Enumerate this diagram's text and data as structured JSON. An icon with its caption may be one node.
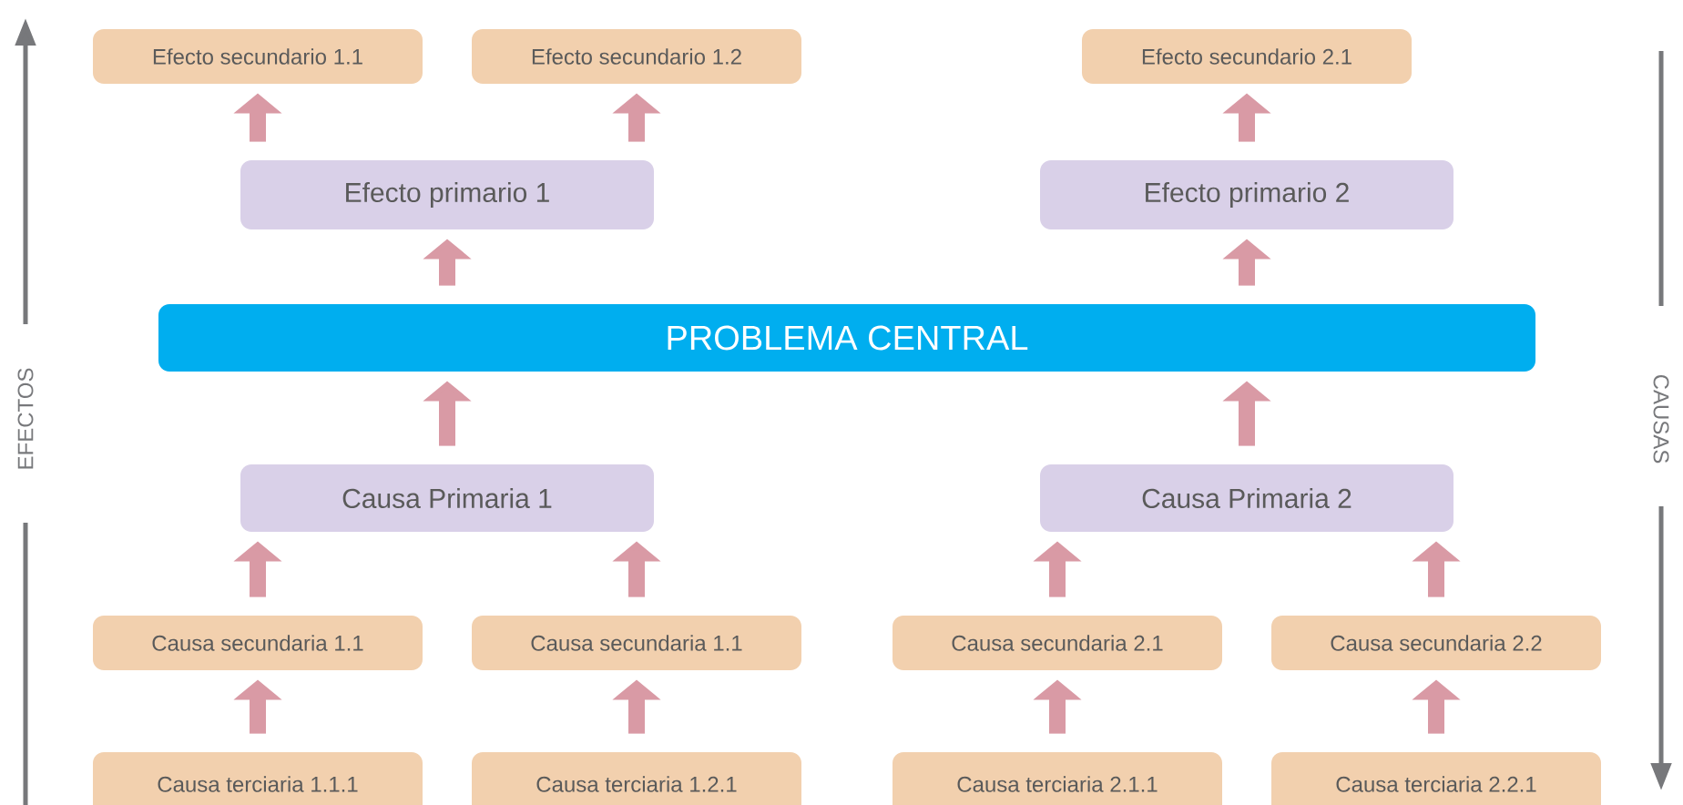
{
  "diagram": {
    "nodes": [
      {
        "text": [
          "Efecto secundario 1.1"
        ]
      },
      {
        "text": [
          "Efecto secundario 1.2"
        ]
      },
      {
        "text": [
          "Efecto secundario 2.1"
        ]
      },
      {
        "text": [
          "Efecto primario 1"
        ]
      },
      {
        "text": [
          "Efecto primario 2"
        ]
      },
      {
        "text": [
          "PROBLEMA CENTRAL"
        ]
      },
      {
        "text": [
          "Causa Primaria 1"
        ]
      },
      {
        "text": [
          "Causa Primaria 2"
        ]
      },
      {
        "text": [
          "Causa secundaria 1.1"
        ]
      },
      {
        "text": [
          "Causa secundaria 1.1"
        ]
      },
      {
        "text": [
          "Causa secundaria 2.1"
        ]
      },
      {
        "text": [
          "Causa secundaria 2.2"
        ]
      },
      {
        "text": [
          "Causa terciaria 1.1.1"
        ]
      },
      {
        "text": [
          "Causa terciaria 1.2.1"
        ]
      },
      {
        "text": [
          "Causa terciaria 2.1.1"
        ]
      },
      {
        "text": [
          "Causa terciaria 2.2.1"
        ]
      }
    ],
    "edges": [
      {
        "from": 3,
        "to": 0,
        "arrow": "to"
      },
      {
        "from": 3,
        "to": 1,
        "arrow": "to"
      },
      {
        "from": 4,
        "to": 2,
        "arrow": "to"
      },
      {
        "from": 5,
        "to": 3,
        "arrow": "to"
      },
      {
        "from": 5,
        "to": 4,
        "arrow": "to"
      },
      {
        "from": 6,
        "to": 5,
        "arrow": "to"
      },
      {
        "from": 7,
        "to": 5,
        "arrow": "to"
      },
      {
        "from": 8,
        "to": 6,
        "arrow": "to"
      },
      {
        "from": 9,
        "to": 6,
        "arrow": "to"
      },
      {
        "from": 10,
        "to": 7,
        "arrow": "to"
      },
      {
        "from": 11,
        "to": 7,
        "arrow": "to"
      },
      {
        "from": 12,
        "to": 8,
        "arrow": "to"
      },
      {
        "from": 13,
        "to": 9,
        "arrow": "to"
      },
      {
        "from": 14,
        "to": 10,
        "arrow": "to"
      },
      {
        "from": 15,
        "to": 11,
        "arrow": "to"
      }
    ],
    "labels": [
      "EFECTOS",
      "CAUSAS"
    ]
  }
}
